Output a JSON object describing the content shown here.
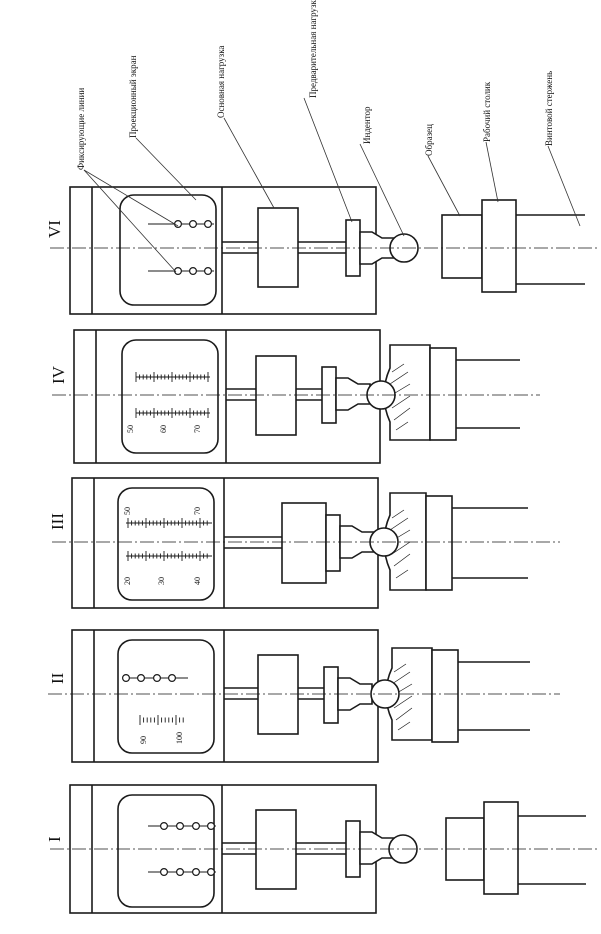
{
  "stages": [
    {
      "id": "I",
      "label": "I"
    },
    {
      "id": "II",
      "label": "II"
    },
    {
      "id": "III",
      "label": "III"
    },
    {
      "id": "IV",
      "label": "IV"
    },
    {
      "id": "VI",
      "label": "VI"
    }
  ],
  "callouts": {
    "fixing_lines": "Фиксирующие линии",
    "projection_screen": "Проекционный экран",
    "main_load": "Основная нагрузка",
    "preload": "Предварительная нагрузка",
    "indenter": "Индентор",
    "specimen": "Образец",
    "work_table": "Рабочий столик",
    "screw_rod": "Винтовой стержень"
  },
  "scales": {
    "stage_II": [
      "90",
      "100"
    ],
    "stage_III": [
      "20",
      "30",
      "40",
      "50",
      "70"
    ],
    "stage_IV": [
      "50",
      "60",
      "70"
    ]
  }
}
